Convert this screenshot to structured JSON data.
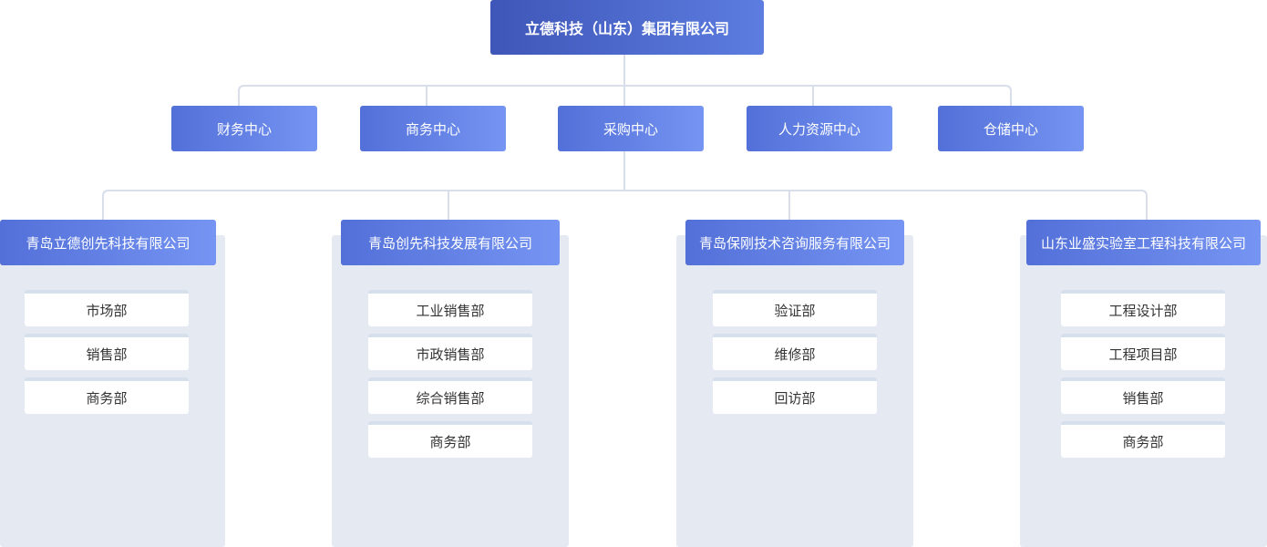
{
  "root": {
    "label": "立德科技（山东）集团有限公司"
  },
  "centers": [
    "财务中心",
    "商务中心",
    "采购中心",
    "人力资源中心",
    "仓储中心"
  ],
  "companies": [
    {
      "name": "青岛立德创先科技有限公司",
      "departments": [
        "市场部",
        "销售部",
        "商务部"
      ]
    },
    {
      "name": "青岛创先科技发展有限公司",
      "departments": [
        "工业销售部",
        "市政销售部",
        "综合销售部",
        "商务部"
      ]
    },
    {
      "name": "青岛保刚技术咨询服务有限公司",
      "departments": [
        "验证部",
        "维修部",
        "回访部"
      ]
    },
    {
      "name": "山东业盛实验室工程科技有限公司",
      "departments": [
        "工程设计部",
        "工程项目部",
        "销售部",
        "商务部"
      ]
    }
  ],
  "colors": {
    "connector": "#d8dfeb",
    "panel": "#e5eaf2",
    "node_start": "#5270d8",
    "node_end": "#7694f2"
  }
}
